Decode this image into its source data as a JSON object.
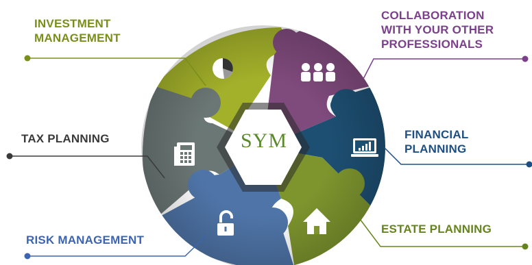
{
  "diagram": {
    "center": {
      "text": "SYM",
      "color": "#5a8a2a"
    },
    "segments": [
      {
        "id": "investment",
        "lines": [
          "INVESTMENT",
          "MANAGEMENT"
        ],
        "color": "#7a8f1a",
        "fill": "#a3b12a",
        "icon": "pie-chart-icon"
      },
      {
        "id": "collaboration",
        "lines": [
          "COLLABORATION",
          "WITH YOUR OTHER",
          "PROFESSIONALS"
        ],
        "color": "#7b3f8c",
        "fill": "#7f4a7c",
        "icon": "people-group-icon"
      },
      {
        "id": "financial",
        "lines": [
          "FINANCIAL",
          "PLANNING"
        ],
        "color": "#1e4f84",
        "fill": "#1d4f72",
        "icon": "laptop-chart-icon"
      },
      {
        "id": "estate",
        "lines": [
          "ESTATE PLANNING"
        ],
        "color": "#66841e",
        "fill": "#7e952e",
        "icon": "house-icon"
      },
      {
        "id": "risk",
        "lines": [
          "RISK MANAGEMENT"
        ],
        "color": "#3d64b0",
        "fill": "#4f75a8",
        "icon": "padlock-icon"
      },
      {
        "id": "tax",
        "lines": [
          "TAX PLANNING"
        ],
        "color": "#3a3a3a",
        "fill": "#6b7775",
        "icon": "calculator-icon"
      }
    ]
  }
}
